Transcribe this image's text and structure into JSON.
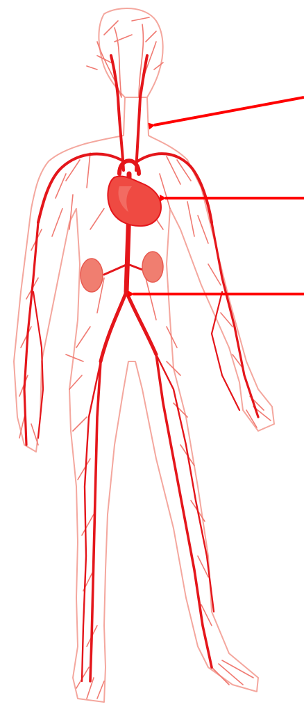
{
  "figure": {
    "subject": "human-circulatory-system-arteries",
    "colors": {
      "vessel": "#e4161b",
      "vessel_light": "#f07a72",
      "organ_fill": "#ef4a42",
      "kidney_fill": "#f07e70",
      "skin_outline": "#f4a79e",
      "arrow": "#ff0000",
      "background": "#ffffff"
    },
    "pointers": [
      {
        "name": "pointer-neck-arteries",
        "target": "carotid-arteries"
      },
      {
        "name": "pointer-heart",
        "target": "heart"
      },
      {
        "name": "pointer-abdominal-aorta",
        "target": "abdominal-aorta"
      }
    ]
  }
}
